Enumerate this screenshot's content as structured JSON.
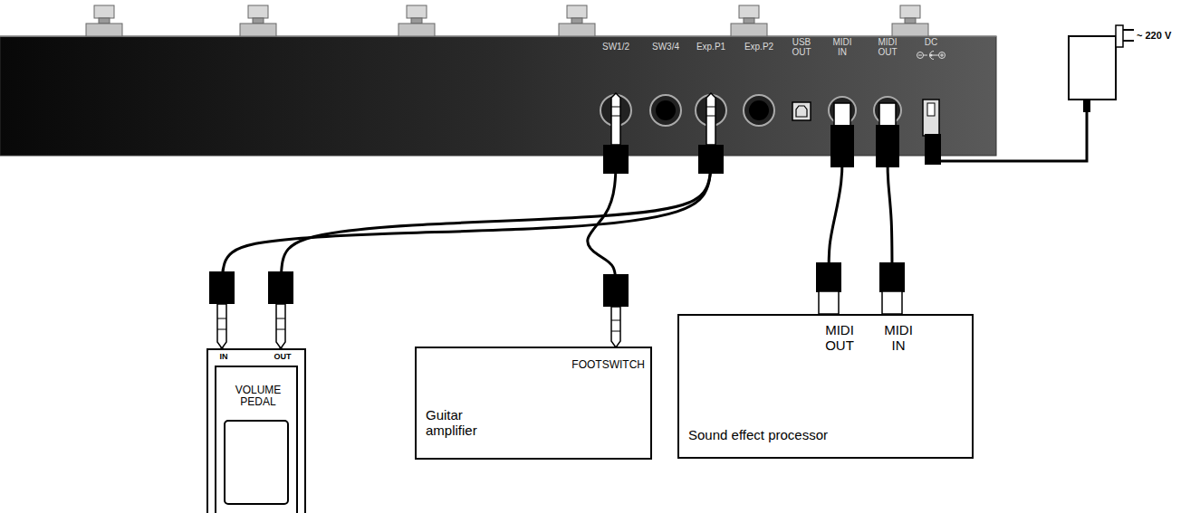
{
  "diagram": {
    "nodes": [
      {
        "text": [
          "SW1/2",
          "SW3/4",
          "Exp.P1",
          "Exp.P2",
          "USB OUT",
          "MIDI IN",
          "MIDI OUT",
          "DC"
        ]
      },
      {
        "text": [
          "IN",
          "OUT",
          "VOLUME PEDAL"
        ]
      },
      {
        "text": [
          "FOOTSWITCH",
          "Guitar amplifier"
        ]
      },
      {
        "text": [
          "MIDI OUT",
          "MIDI IN",
          "Sound effect processor"
        ]
      }
    ],
    "edges": [
      {
        "from": 0,
        "to": 1,
        "arrow": "none"
      },
      {
        "from": 0,
        "to": 1,
        "arrow": "none"
      },
      {
        "from": 0,
        "to": 2,
        "arrow": "none"
      },
      {
        "from": 0,
        "to": 3,
        "arrow": "none"
      },
      {
        "from": 0,
        "to": 3,
        "arrow": "none"
      }
    ],
    "labels": [
      "~ 220 V"
    ]
  }
}
